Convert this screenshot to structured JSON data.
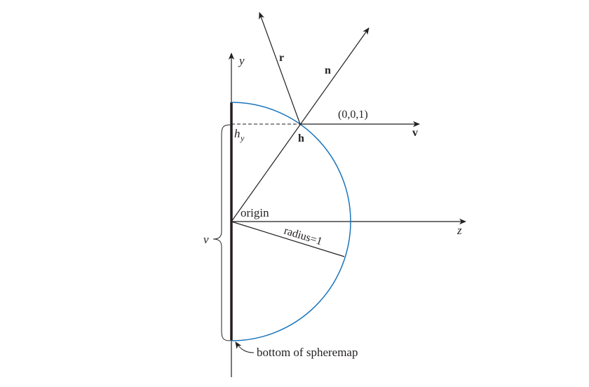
{
  "diagram": {
    "labels": {
      "y_axis": "y",
      "z_axis": "z",
      "r_vector": "r",
      "n_vector": "n",
      "v_vector": "v",
      "v_coord": "(0,0,1)",
      "h_point": "h",
      "hy_main": "h",
      "hy_sub": "y",
      "origin": "origin",
      "radius": "radius=1",
      "v_brace": "v",
      "bottom": "bottom of spheremap"
    },
    "colors": {
      "ink": "#231f20",
      "sphere": "#1a75bc"
    }
  }
}
